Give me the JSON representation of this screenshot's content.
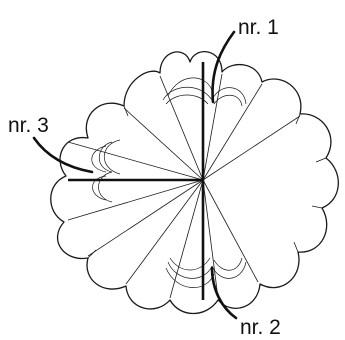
{
  "labels": {
    "nr1": "nr. 1",
    "nr2": "nr. 2",
    "nr3": "nr. 3"
  },
  "colors": {
    "stroke": "#1a1a1a",
    "background": "#ffffff"
  }
}
